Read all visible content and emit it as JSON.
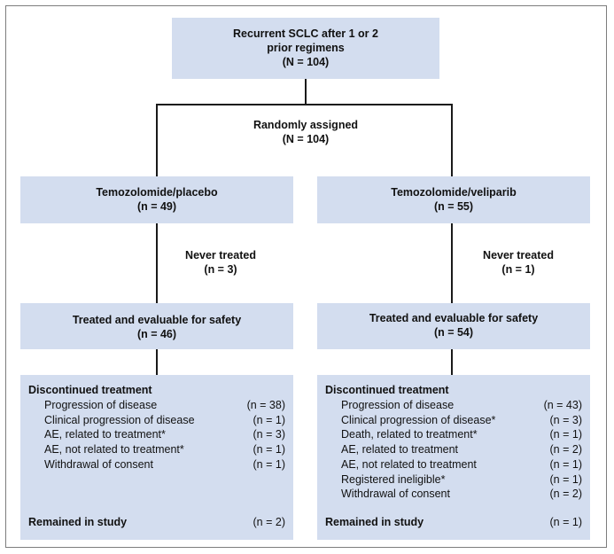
{
  "top": {
    "line1": "Recurrent SCLC after 1 or 2",
    "line2": "prior regimens",
    "n": "(N = 104)"
  },
  "randomized": {
    "label": "Randomly assigned",
    "n": "(N = 104)"
  },
  "left": {
    "arm": "Temozolomide/placebo",
    "arm_n": "(n = 49)",
    "never_label": "Never treated",
    "never_n": "(n = 3)",
    "treated_label": "Treated and evaluable for safety",
    "treated_n": "(n = 46)",
    "discontinued_title": "Discontinued treatment",
    "reasons": [
      {
        "label": "Progression of disease",
        "n": "(n = 38)"
      },
      {
        "label": "Clinical progression of disease",
        "n": "(n = 1)"
      },
      {
        "label": "AE, related to treatment*",
        "n": "(n = 3)"
      },
      {
        "label": "AE, not related to treatment*",
        "n": "(n = 1)"
      },
      {
        "label": "Withdrawal of consent",
        "n": "(n = 1)"
      }
    ],
    "remained_label": "Remained in study",
    "remained_n": "(n = 2)"
  },
  "right": {
    "arm": "Temozolomide/veliparib",
    "arm_n": "(n = 55)",
    "never_label": "Never treated",
    "never_n": "(n = 1)",
    "treated_label": "Treated and evaluable for safety",
    "treated_n": "(n = 54)",
    "discontinued_title": "Discontinued treatment",
    "reasons": [
      {
        "label": "Progression of disease",
        "n": "(n = 43)"
      },
      {
        "label": "Clinical progression of disease*",
        "n": "(n = 3)"
      },
      {
        "label": "Death, related to treatment*",
        "n": "(n = 1)"
      },
      {
        "label": "AE, related to treatment",
        "n": "(n = 2)"
      },
      {
        "label": "AE, not related to treatment",
        "n": "(n = 1)"
      },
      {
        "label": "Registered ineligible*",
        "n": "(n = 1)"
      },
      {
        "label": "Withdrawal of consent",
        "n": "(n = 2)"
      }
    ],
    "remained_label": "Remained in study",
    "remained_n": "(n = 1)"
  },
  "colors": {
    "box_fill": "#d3ddef",
    "line": "#1a1a1a",
    "frame": "#7d7d7d"
  }
}
